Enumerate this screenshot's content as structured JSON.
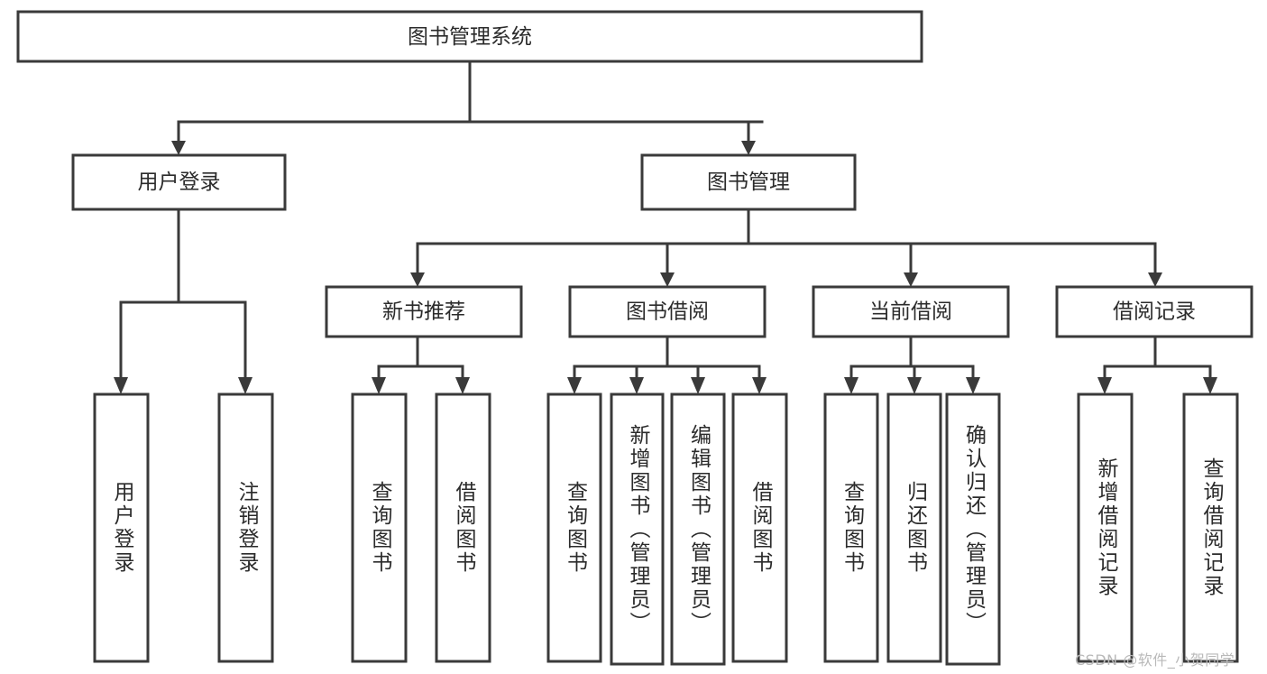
{
  "diagram": {
    "type": "tree",
    "title": "图书管理系统",
    "watermark": "CSDN @软件_小贺同学",
    "colors": {
      "stroke": "#3a3a3a",
      "fill": "#ffffff",
      "text": "#2b2b2b",
      "watermark": "#b9b9b9"
    },
    "root": {
      "label": "图书管理系统"
    },
    "level2": [
      {
        "id": "user-login",
        "label": "用户登录"
      },
      {
        "id": "book-manage",
        "label": "图书管理"
      }
    ],
    "level3": [
      {
        "id": "new-book-recommend",
        "label": "新书推荐",
        "parent": "book-manage"
      },
      {
        "id": "book-borrow",
        "label": "图书借阅",
        "parent": "book-manage"
      },
      {
        "id": "current-borrow",
        "label": "当前借阅",
        "parent": "book-manage"
      },
      {
        "id": "borrow-record",
        "label": "借阅记录",
        "parent": "book-manage"
      }
    ],
    "leaves": [
      {
        "id": "leaf-user-login",
        "label": "用户登录",
        "parent": "user-login"
      },
      {
        "id": "leaf-user-logout",
        "label": "注销登录",
        "parent": "user-login"
      },
      {
        "id": "leaf-query-book-1",
        "label": "查询图书",
        "parent": "new-book-recommend"
      },
      {
        "id": "leaf-borrow-book-1",
        "label": "借阅图书",
        "parent": "new-book-recommend"
      },
      {
        "id": "leaf-query-book-2",
        "label": "查询图书",
        "parent": "book-borrow"
      },
      {
        "id": "leaf-add-book",
        "label": "新增图书（管理员）",
        "parent": "book-borrow"
      },
      {
        "id": "leaf-edit-book",
        "label": "编辑图书（管理员）",
        "parent": "book-borrow"
      },
      {
        "id": "leaf-borrow-book-2",
        "label": "借阅图书",
        "parent": "book-borrow"
      },
      {
        "id": "leaf-query-book-3",
        "label": "查询图书",
        "parent": "current-borrow"
      },
      {
        "id": "leaf-return-book",
        "label": "归还图书",
        "parent": "current-borrow"
      },
      {
        "id": "leaf-confirm-return",
        "label": "确认归还（管理员）",
        "parent": "current-borrow"
      },
      {
        "id": "leaf-add-record",
        "label": "新增借阅记录",
        "parent": "borrow-record"
      },
      {
        "id": "leaf-query-record",
        "label": "查询借阅记录",
        "parent": "borrow-record"
      }
    ]
  }
}
